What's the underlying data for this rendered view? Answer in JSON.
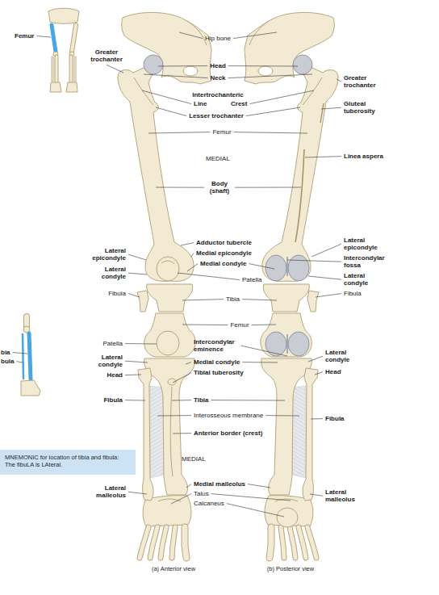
{
  "diagram": {
    "nodes": [
      {
        "text": [
          "MNEMONIC for location of tibia and fibula: The fibuLA is LAteral."
        ]
      }
    ],
    "labels": [
      "Femur",
      "Greater trochanter",
      "Hip bone",
      "Head",
      "Neck",
      "Greater trochanter",
      "Intertrochanteric",
      "Line",
      "Crest",
      "Gluteal tuberosity",
      "Lesser trochanter",
      "Femur",
      "MEDIAL",
      "Linea aspera",
      "Body (shaft)",
      "Lateral epicondyle",
      "Adductor tubercle",
      "Medial epicondyle",
      "Lateral epicondyle",
      "Medial condyle",
      "Intercondylar fossa",
      "Lateral condyle",
      "Patella",
      "Lateral condyle",
      "Fibula",
      "Tibia",
      "Fibula",
      "bia",
      "bula",
      "Femur",
      "Patella",
      "Intercondylar eminence",
      "Lateral condyle",
      "Lateral condyle",
      "Medial condyle",
      "Head",
      "Head",
      "Tibial tuberosity",
      "Fibula",
      "Tibia",
      "Interosseous membrane",
      "Fibula",
      "Anterior border (crest)",
      "MEDIAL",
      "Medial malleolus",
      "Talus",
      "Calcaneus",
      "Lateral malleolus",
      "Lateral malleolus",
      "(a) Anterior view",
      "(b) Posterior view"
    ]
  }
}
